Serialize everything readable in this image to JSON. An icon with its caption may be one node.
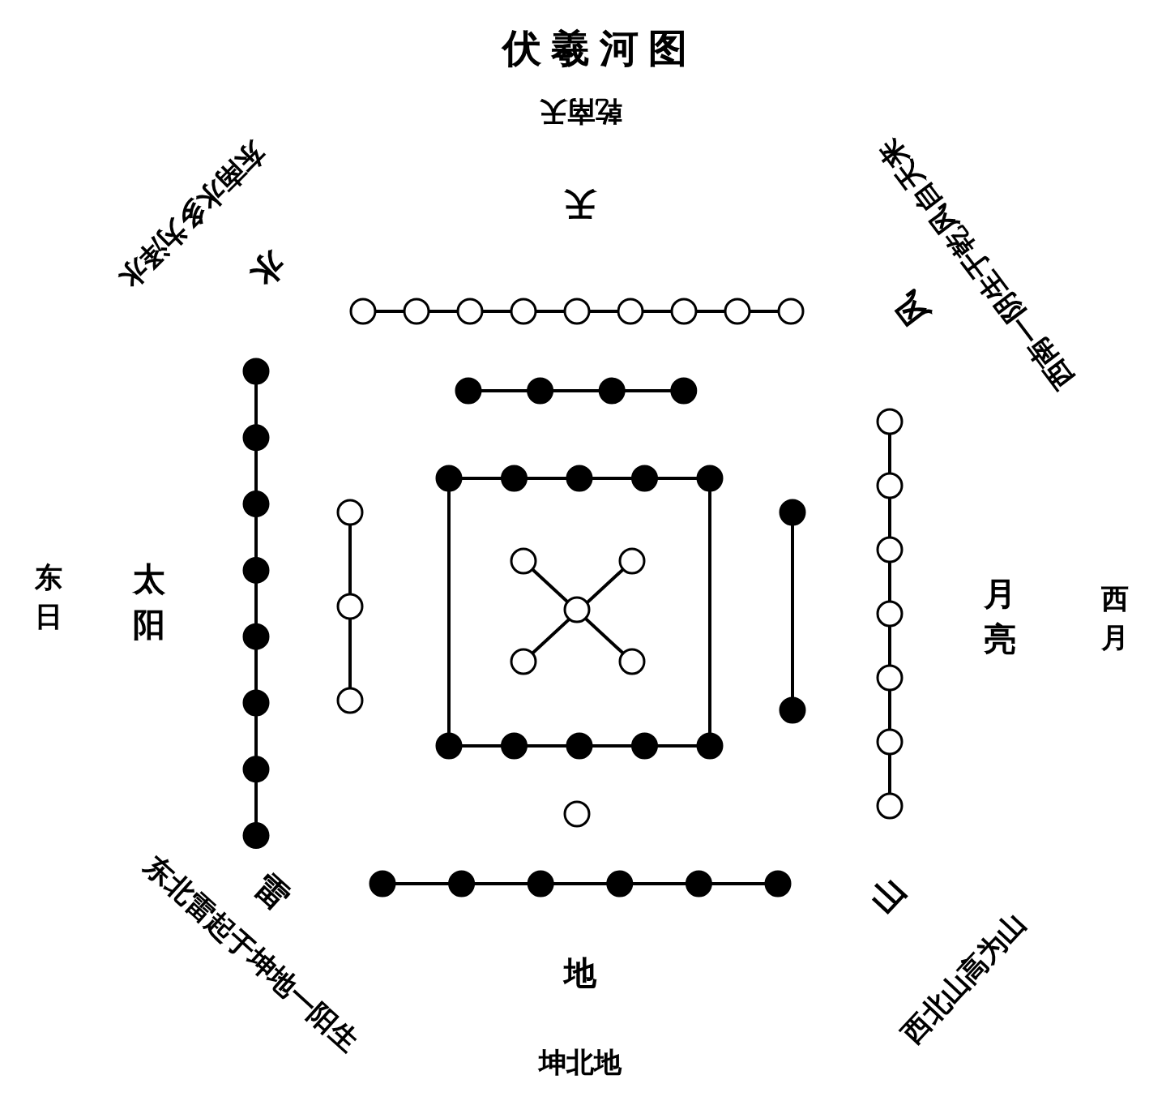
{
  "diagram": {
    "title": "伏羲河图",
    "labels": [
      "乾南天",
      "天",
      "东南水多为泽水",
      "水",
      "西南一阴生于乾风自天来",
      "风",
      "东日",
      "太阳",
      "月亮",
      "西月",
      "东北雷起于坤地一阳生",
      "雷",
      "山",
      "西北山高为山",
      "地",
      "坤北地"
    ]
  }
}
